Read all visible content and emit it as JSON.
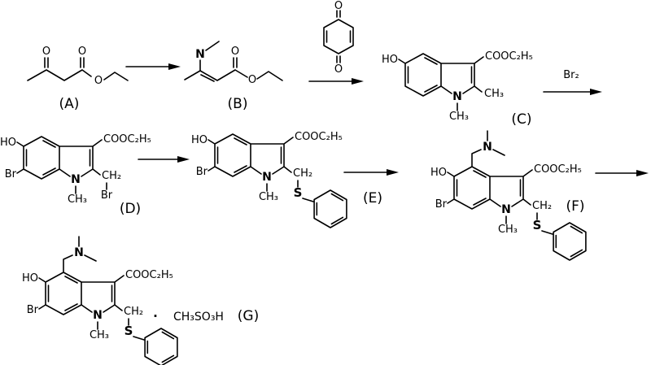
{
  "figure": {
    "kind": "chemical-reaction-scheme",
    "background": "#ffffff",
    "ink": "#000000"
  },
  "labels": {
    "oxygen": "O",
    "nitrogen": "N",
    "sulfur": "S",
    "hydroxyl": "HO",
    "bromo": "Br",
    "methyl": "CH₃",
    "methylene": "CH₂",
    "ethoxycarbonyl": "COOC₂H₅",
    "bromine_reagent": "Br₂",
    "mesylic_acid": "CH₃SO₃H",
    "salt_dot": "."
  },
  "compounds": {
    "A": {
      "tag": "(A)"
    },
    "B": {
      "tag": "(B)"
    },
    "C": {
      "tag": "(C)"
    },
    "D": {
      "tag": "(D)"
    },
    "E": {
      "tag": "(E)"
    },
    "F": {
      "tag": "(F)"
    },
    "G": {
      "tag": "(G)"
    }
  }
}
